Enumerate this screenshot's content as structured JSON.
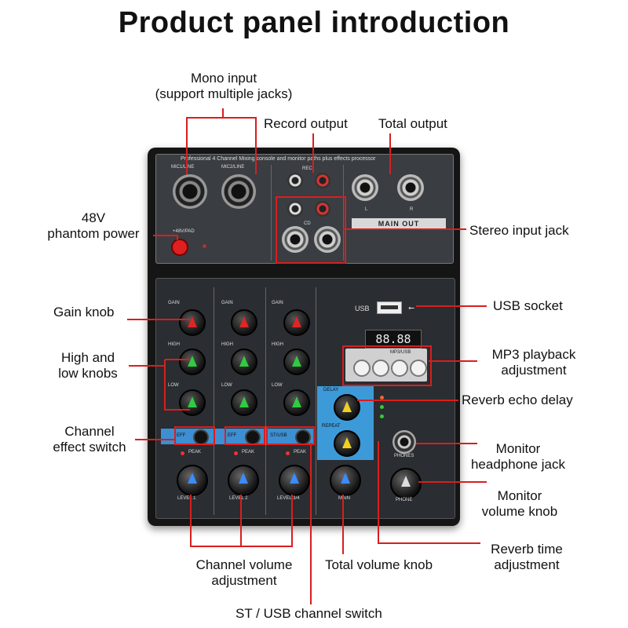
{
  "title": "Product panel introduction",
  "device": {
    "top_caption": "Professional 4 Channel Mixing console and monitor paths plus effects processor",
    "mic1_label": "MIC1/LINE",
    "mic2_label": "MIC2/LINE",
    "phantom_label": "+48V/PAD",
    "main_out": "MAIN OUT",
    "out_l": "L",
    "out_r": "R",
    "rec_label": "REC",
    "cd_label": "CD",
    "usb_label": "USB",
    "display_text": "88.88",
    "mp3_logo": "MP3/USB",
    "gain_label": "GAIN",
    "high_label": "HIGH",
    "low_label": "LOW",
    "eff_label": "EFF",
    "stusb_label": "ST/USB",
    "peak_label": "PEAK",
    "level1": "LEVEL 1",
    "level2": "LEVEL 2",
    "level34": "LEVEL 3/4",
    "main_label": "MAIN",
    "delay_label": "DELAY",
    "repeat_label": "REPEAT",
    "phones_label": "PHONES",
    "phone_label": "PHONE"
  },
  "labels": {
    "mono_input": [
      "Mono input",
      "(support multiple jacks)"
    ],
    "record_output": "Record output",
    "total_output": "Total output",
    "phantom": [
      "48V",
      "phantom power"
    ],
    "stereo_input": "Stereo input jack",
    "gain_knob": "Gain knob",
    "usb_socket": "USB socket",
    "high_low": [
      "High and",
      "low knobs"
    ],
    "mp3": [
      "MP3 playback",
      "adjustment"
    ],
    "reverb_delay": "Reverb echo delay",
    "channel_effect": [
      "Channel",
      "effect switch"
    ],
    "monitor_headphone": [
      "Monitor",
      "headphone jack"
    ],
    "monitor_volume": [
      "Monitor",
      "volume knob"
    ],
    "reverb_time": [
      "Reverb time",
      "adjustment"
    ],
    "channel_volume": [
      "Channel volume",
      "adjustment"
    ],
    "total_volume": "Total volume knob",
    "st_usb": "ST / USB channel switch"
  },
  "colors": {
    "callout_line": "#d91e1e",
    "gain_knob": "#e02525",
    "eq_knob": "#2ecc40",
    "level_knob": "#3a8cff",
    "effect_knob": "#f0d020",
    "phantom_button": "#e02020"
  }
}
